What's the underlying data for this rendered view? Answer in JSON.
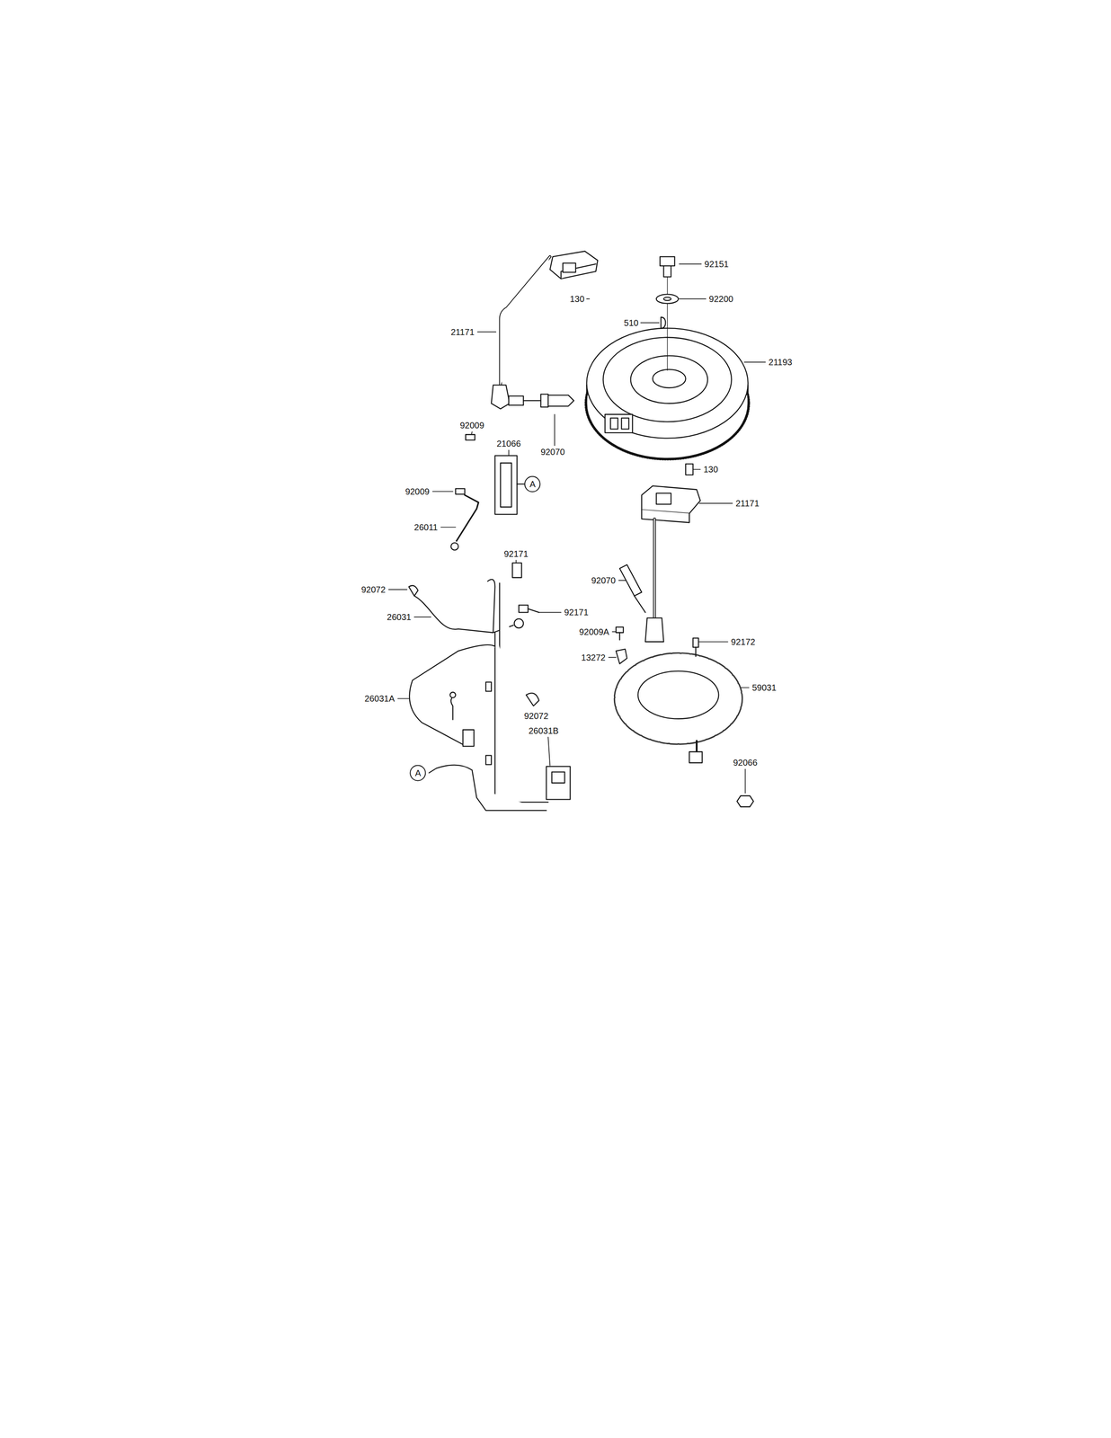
{
  "diagram": {
    "nodes": [
      {
        "text": [
          "A"
        ]
      },
      {
        "text": [
          "A"
        ]
      }
    ],
    "labels": [
      "92151",
      "130",
      "92200",
      "21171",
      "510",
      "21193",
      "92009",
      "21066",
      "92070",
      "92009",
      "26011",
      "130",
      "21171",
      "92171",
      "92070",
      "92072",
      "92171",
      "26031",
      "92009A",
      "92172",
      "13272",
      "59031",
      "26031A",
      "92072",
      "26031B",
      "92066"
    ]
  }
}
